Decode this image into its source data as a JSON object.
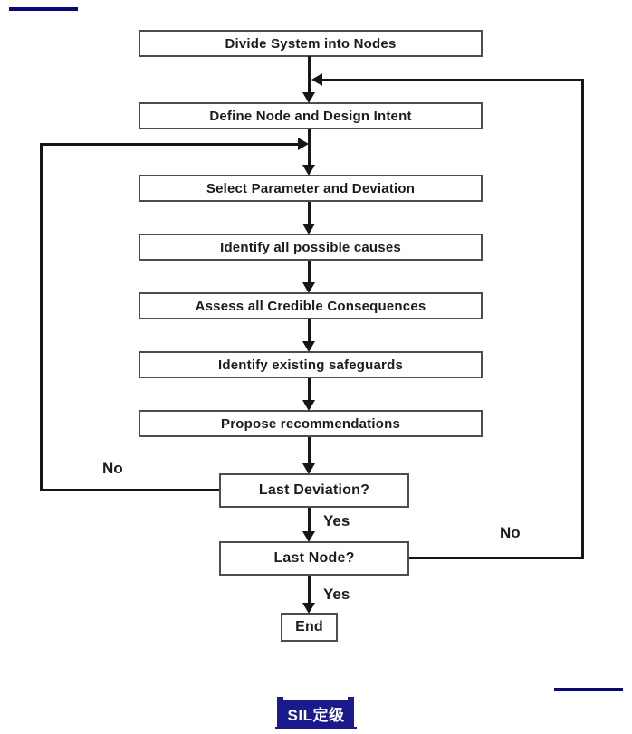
{
  "flowchart": {
    "nodes": [
      {
        "id": "divide-system",
        "label": "Divide System into Nodes"
      },
      {
        "id": "define-node",
        "label": "Define Node and Design Intent"
      },
      {
        "id": "select-parameter",
        "label": "Select Parameter and Deviation"
      },
      {
        "id": "identify-causes",
        "label": "Identify all possible causes"
      },
      {
        "id": "assess-consequences",
        "label": "Assess all Credible Consequences"
      },
      {
        "id": "identify-safeguards",
        "label": "Identify existing safeguards"
      },
      {
        "id": "propose-recommendations",
        "label": "Propose recommendations"
      },
      {
        "id": "last-deviation",
        "label": "Last Deviation?"
      },
      {
        "id": "last-node",
        "label": "Last Node?"
      },
      {
        "id": "end",
        "label": "End"
      }
    ],
    "edge_labels": {
      "last_deviation_no": "No",
      "last_deviation_yes": "Yes",
      "last_node_no": "No",
      "last_node_yes": "Yes"
    }
  },
  "footer": {
    "link_label": "SIL定级"
  },
  "colors": {
    "accent_navy": "#0a0a75",
    "badge_background": "#1a1a8c",
    "badge_text": "#ffffff",
    "line_black": "#161616",
    "box_border_gray": "#4d4d4d"
  }
}
